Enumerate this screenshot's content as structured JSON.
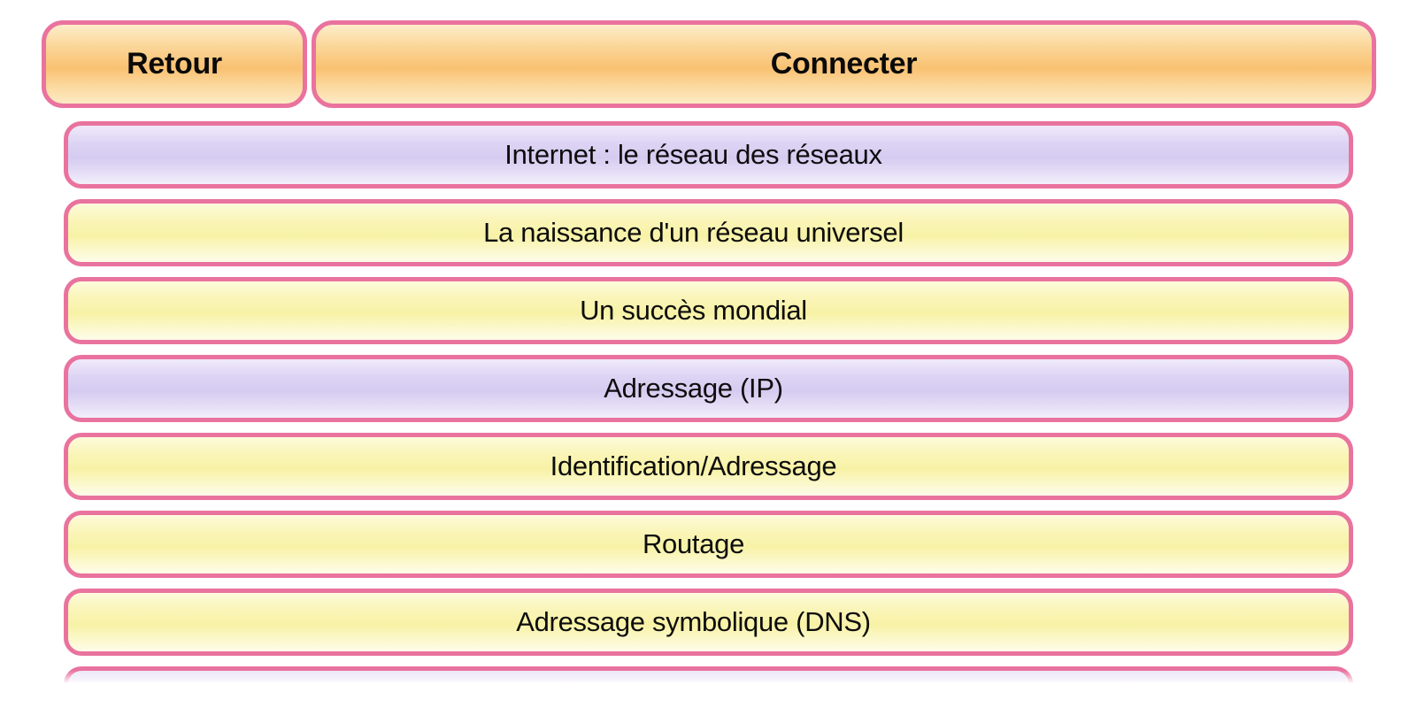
{
  "toolbar": {
    "back_label": "Retour",
    "connect_label": "Connecter"
  },
  "menu": {
    "items": [
      {
        "label": "Internet : le réseau des réseaux",
        "variant": "header"
      },
      {
        "label": "La naissance d'un réseau universel",
        "variant": "item"
      },
      {
        "label": "Un succès mondial",
        "variant": "item"
      },
      {
        "label": "Adressage (IP)",
        "variant": "header"
      },
      {
        "label": "Identification/Adressage",
        "variant": "item"
      },
      {
        "label": "Routage",
        "variant": "item"
      },
      {
        "label": "Adressage symbolique (DNS)",
        "variant": "item"
      },
      {
        "label": "",
        "variant": "header",
        "clipped": true
      }
    ]
  },
  "colors": {
    "border_pink": "#e9739e",
    "button_orange": "#f9c172",
    "header_purple": "#d5cbf0",
    "item_yellow": "#f8f2a6",
    "text": "#111111",
    "background": "#ffffff"
  }
}
